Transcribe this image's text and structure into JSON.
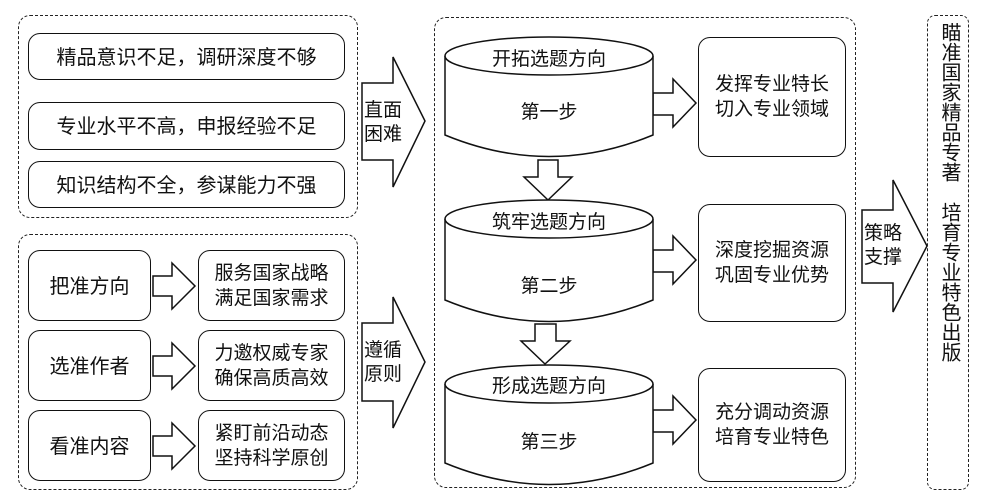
{
  "difficulties": {
    "items": [
      "精品意识不足，调研深度不够",
      "专业水平不高，申报经验不足",
      "知识结构不全，参谋能力不强"
    ],
    "arrow_label": [
      "直面",
      "困难"
    ]
  },
  "principles": {
    "rows": [
      {
        "label": "把准方向",
        "detail": [
          "服务国家战略",
          "满足国家需求"
        ]
      },
      {
        "label": "选准作者",
        "detail": [
          "力邀权威专家",
          "确保高质高效"
        ]
      },
      {
        "label": "看准内容",
        "detail": [
          "紧盯前沿动态",
          "坚持科学原创"
        ]
      }
    ],
    "arrow_label": [
      "遵循",
      "原则"
    ]
  },
  "steps": [
    {
      "title": "开拓选题方向",
      "step": "第一步",
      "result": [
        "发挥专业特长",
        "切入专业领域"
      ]
    },
    {
      "title": "筑牢选题方向",
      "step": "第二步",
      "result": [
        "深度挖掘资源",
        "巩固专业优势"
      ]
    },
    {
      "title": "形成选题方向",
      "step": "第三步",
      "result": [
        "充分调动资源",
        "培育专业特色"
      ]
    }
  ],
  "strategy_arrow_label": [
    "策略",
    "支撑"
  ],
  "goal": "瞄准国家精品专著　培育专业特色出版"
}
